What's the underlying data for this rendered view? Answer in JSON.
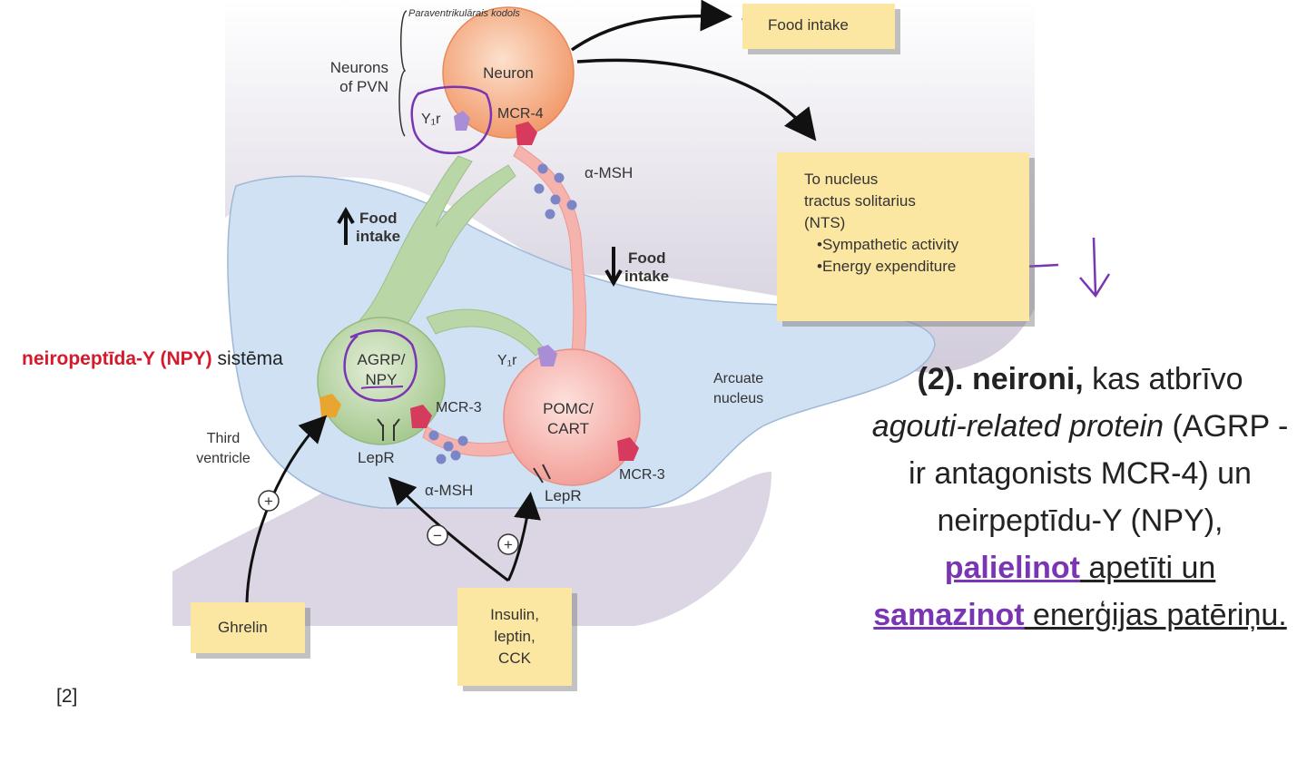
{
  "diagram": {
    "pvn_caption": "Paraventrikulārais kodols",
    "pvn_label_line1": "Neurons",
    "pvn_label_line2": "of PVN",
    "neuron_label": "Neuron",
    "y1r_label": "Y₁r",
    "mcr4_label": "MCR-4",
    "amsh_top": "α-MSH",
    "food_up_1": "Food",
    "food_up_2": "intake",
    "food_down_1": "Food",
    "food_down_2": "intake",
    "agrp_line1": "AGRP/",
    "agrp_line2": "NPY",
    "y1r_pomc_label": "Y₁r",
    "mcr3_left": "MCR-3",
    "pomc_line1": "POMC/",
    "pomc_line2": "CART",
    "mcr3_right": "MCR-3",
    "lepr_left": "LepR",
    "lepr_right": "LepR",
    "amsh_bottom": "α-MSH",
    "arcuate_line1": "Arcuate",
    "arcuate_line2": "nucleus",
    "third_ventricle_line1": "Third",
    "third_ventricle_line2": "ventricle",
    "plus_sign": "+",
    "minus_sign": "−",
    "ghrelin_box": "Ghrelin",
    "insulin_line1": "Insulin,",
    "insulin_line2": "leptin,",
    "insulin_line3": "CCK",
    "food_intake_box": "Food intake",
    "nts_line1": "To nucleus",
    "nts_line2": "tractus solitarius",
    "nts_line3": "(NTS)",
    "nts_line4": "•Sympathetic activity",
    "nts_line5": "•Energy expenditure"
  },
  "npy_system": {
    "red_text": "neiropeptīda-Y (NPY)",
    "black_text": " sistēma"
  },
  "reference": "[2]",
  "paragraph": {
    "p1_bold": "(2). neironi,",
    "p2": " kas atbrīvo ",
    "p3_italic": "agouti-related protein",
    "p4": " (AGRP - ir antagonists MCR-4) un neirpeptīdu-Y (NPY), ",
    "p5_highlight": "palielinot",
    "p6_underline": " apetīti un ",
    "p7_highlight": "samazinot",
    "p8_underline": " enerģijas patēriņu."
  },
  "colors": {
    "neuron_orange": "#f5a77c",
    "agrp_green": "#b9d6a6",
    "pomc_pink": "#f6b3ae",
    "nucleus_blue": "#cfe1f3",
    "box_yellow": "#fbe7a2",
    "annotation_purple": "#7a35b5",
    "title_red": "#d6192b"
  }
}
